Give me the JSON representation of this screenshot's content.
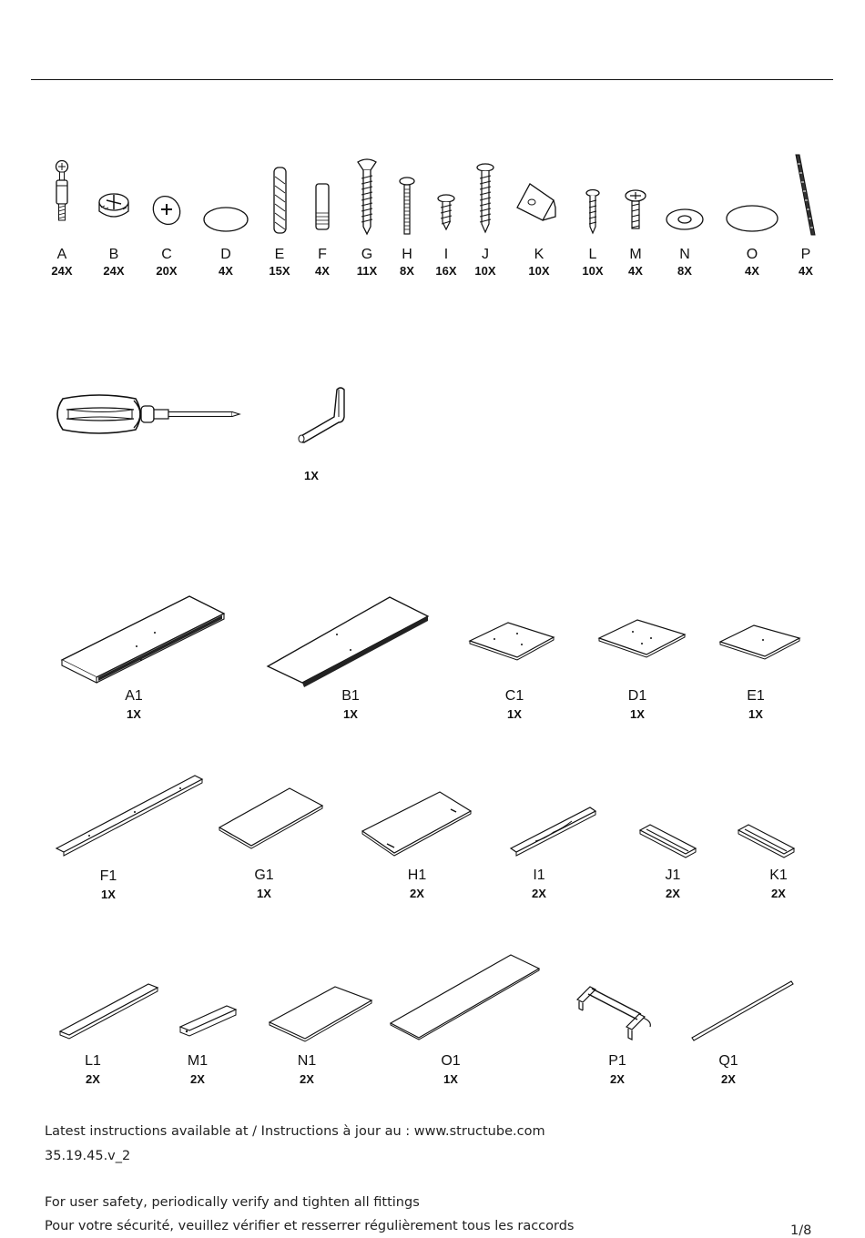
{
  "hardware": [
    {
      "label": "A",
      "qty": "24X",
      "icon": "cam-bolt-icon"
    },
    {
      "label": "B",
      "qty": "24X",
      "icon": "cam-lock-icon"
    },
    {
      "label": "C",
      "qty": "20X",
      "icon": "cam-cap-icon"
    },
    {
      "label": "D",
      "qty": "4X",
      "icon": "felt-pad-icon"
    },
    {
      "label": "E",
      "qty": "15X",
      "icon": "wood-dowel-icon"
    },
    {
      "label": "F",
      "qty": "4X",
      "icon": "threaded-dowel-icon"
    },
    {
      "label": "G",
      "qty": "11X",
      "icon": "long-wood-screw-icon"
    },
    {
      "label": "H",
      "qty": "8X",
      "icon": "machine-screw-icon"
    },
    {
      "label": "I",
      "qty": "16X",
      "icon": "short-wood-screw-icon"
    },
    {
      "label": "J",
      "qty": "10X",
      "icon": "wood-screw-icon"
    },
    {
      "label": "K",
      "qty": "10X",
      "icon": "corner-bracket-icon"
    },
    {
      "label": "L",
      "qty": "10X",
      "icon": "small-screw-icon"
    },
    {
      "label": "M",
      "qty": "4X",
      "icon": "pan-head-screw-icon"
    },
    {
      "label": "N",
      "qty": "8X",
      "icon": "washer-icon"
    },
    {
      "label": "O",
      "qty": "4X",
      "icon": "large-felt-pad-icon"
    },
    {
      "label": "P",
      "qty": "4X",
      "icon": "metal-strip-icon"
    }
  ],
  "tools": {
    "screwdriver_icon": "screwdriver-icon",
    "allen_key_icon": "allen-key-icon",
    "allen_key_qty": "1X"
  },
  "parts": [
    {
      "label": "A1",
      "qty": "1X"
    },
    {
      "label": "B1",
      "qty": "1X"
    },
    {
      "label": "C1",
      "qty": "1X"
    },
    {
      "label": "D1",
      "qty": "1X"
    },
    {
      "label": "E1",
      "qty": "1X"
    },
    {
      "label": "F1",
      "qty": "1X"
    },
    {
      "label": "G1",
      "qty": "1X"
    },
    {
      "label": "H1",
      "qty": "2X"
    },
    {
      "label": "I1",
      "qty": "2X"
    },
    {
      "label": "J1",
      "qty": "2X"
    },
    {
      "label": "K1",
      "qty": "2X"
    },
    {
      "label": "L1",
      "qty": "2X"
    },
    {
      "label": "M1",
      "qty": "2X"
    },
    {
      "label": "N1",
      "qty": "2X"
    },
    {
      "label": "O1",
      "qty": "1X"
    },
    {
      "label": "P1",
      "qty": "2X"
    },
    {
      "label": "Q1",
      "qty": "2X"
    }
  ],
  "footer": {
    "instructions": "Latest instructions available at / Instructions à jour au : www.structube.com",
    "version": "35.19.45.v_2",
    "safety_en": "For user safety, periodically verify and tighten all fittings",
    "safety_fr": "Pour votre sécurité, veuillez vérifier et resserrer régulièrement tous les raccords",
    "page": "1/8"
  }
}
